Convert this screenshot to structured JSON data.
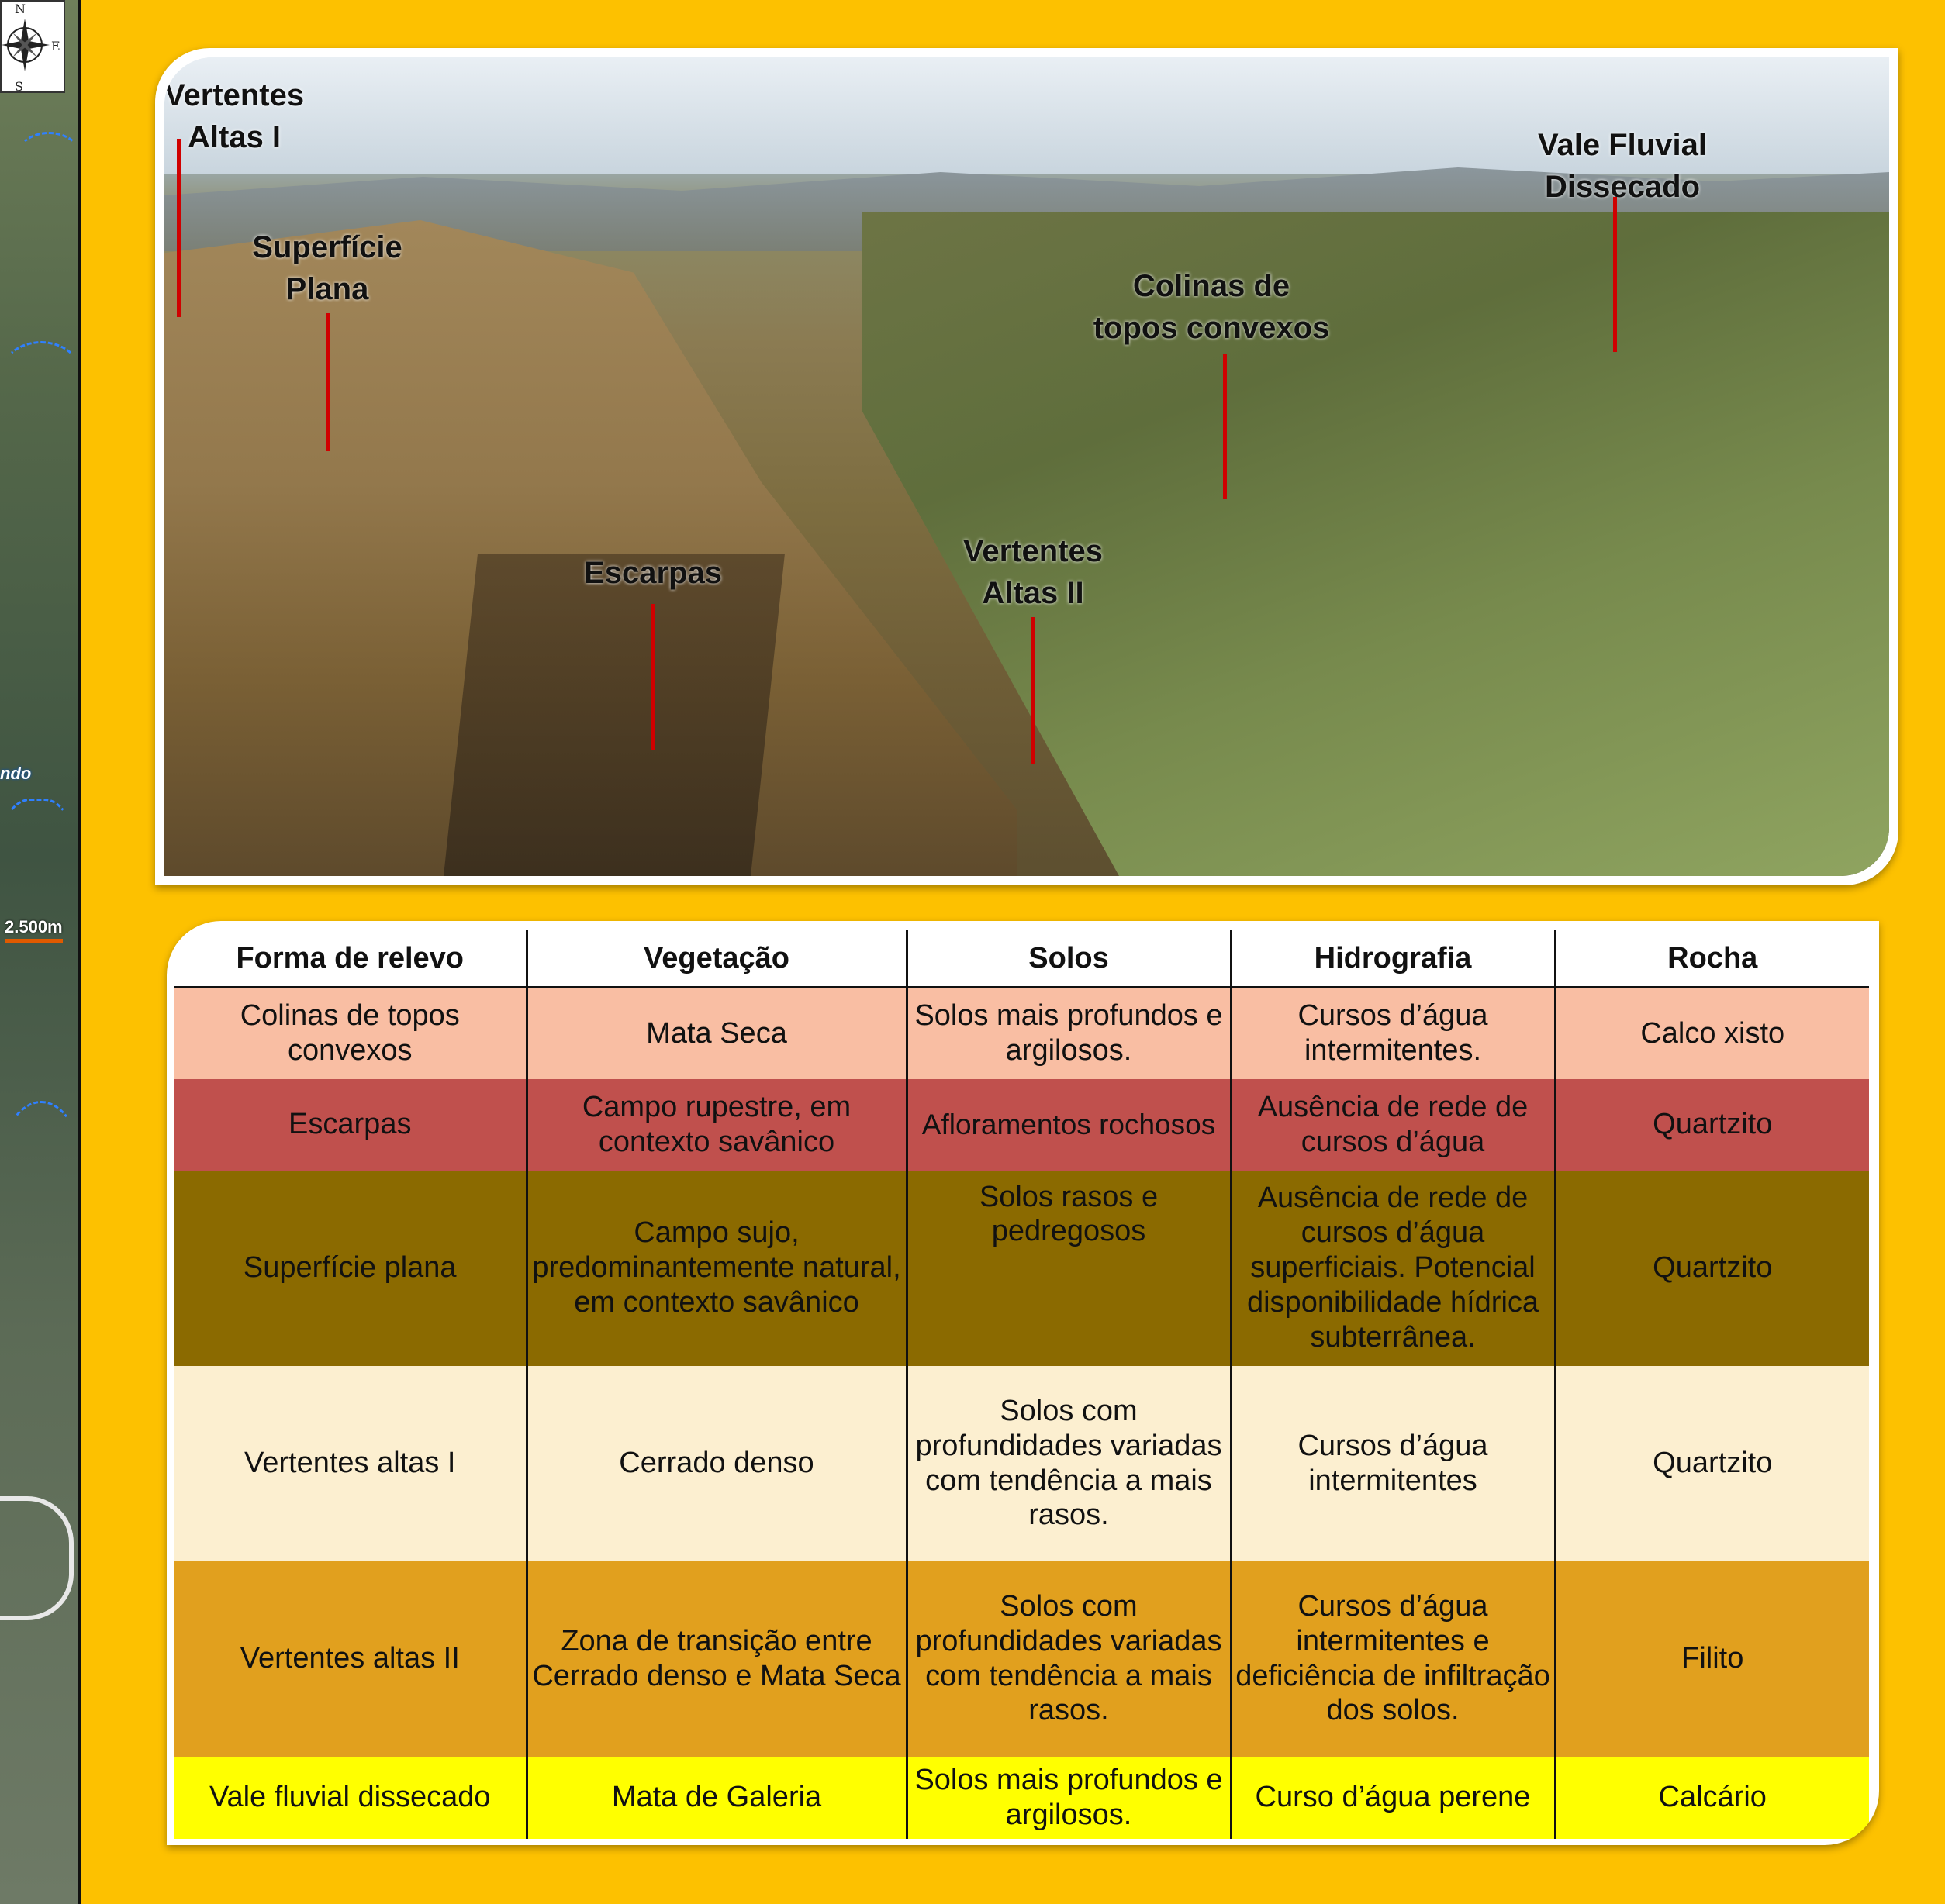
{
  "header": {
    "title": ""
  },
  "map": {
    "compass": {
      "n": "N",
      "e": "E",
      "s": "S"
    },
    "scale_label": "2.500m",
    "place_label": "ndo"
  },
  "photo": {
    "labels": {
      "vertentes_altas_1": [
        "Vertentes",
        "Altas I"
      ],
      "superficie_plana": [
        "Superfície",
        "Plana"
      ],
      "escarpas": [
        "Escarpas"
      ],
      "vertentes_altas_2": [
        "Vertentes",
        "Altas II"
      ],
      "colinas": [
        "Colinas de",
        "topos convexos"
      ],
      "vale_fluvial": [
        "Vale Fluvial",
        "Dissecado"
      ]
    }
  },
  "table": {
    "columns": [
      "Forma de relevo",
      "Vegetação",
      "Solos",
      "Hidrografia",
      "Rocha"
    ],
    "rows": [
      {
        "color": "#F9BEA3",
        "cells": [
          "Colinas de topos convexos",
          "Mata Seca",
          "Solos mais profundos e argilosos.",
          "Cursos d’água intermitentes.",
          "Calco xisto"
        ]
      },
      {
        "color": "#C0504D",
        "cells": [
          "Escarpas",
          "Campo rupestre, em contexto savânico",
          "Afloramentos rochosos",
          "Ausência de rede de cursos d’água",
          "Quartzito"
        ]
      },
      {
        "color": "#8B6A00",
        "cells": [
          "Superfície plana",
          "Campo sujo, predominantemente natural, em contexto savânico",
          "Solos rasos e pedregosos",
          "Ausência de rede de cursos d’água superficiais. Potencial disponibilidade hídrica subterrânea.",
          "Quartzito"
        ]
      },
      {
        "color": "#FCEFD0",
        "cells": [
          "Vertentes altas I",
          "Cerrado denso",
          "Solos com profundidades variadas com tendência a mais rasos.",
          "Cursos d’água intermitentes",
          "Quartzito"
        ]
      },
      {
        "color": "#E1A01E",
        "cells": [
          "Vertentes altas II",
          "Zona de transição entre Cerrado denso e Mata Seca",
          "Solos com profundidades variadas com tendência a mais rasos.",
          "Cursos d’água intermitentes e deficiência de infiltração dos solos.",
          "Filito"
        ]
      },
      {
        "color": "#FFFF00",
        "cells": [
          "Vale fluvial dissecado",
          "Mata de Galeria",
          "Solos mais profundos e argilosos.",
          "Curso d’água perene",
          "Calcário"
        ]
      }
    ]
  }
}
